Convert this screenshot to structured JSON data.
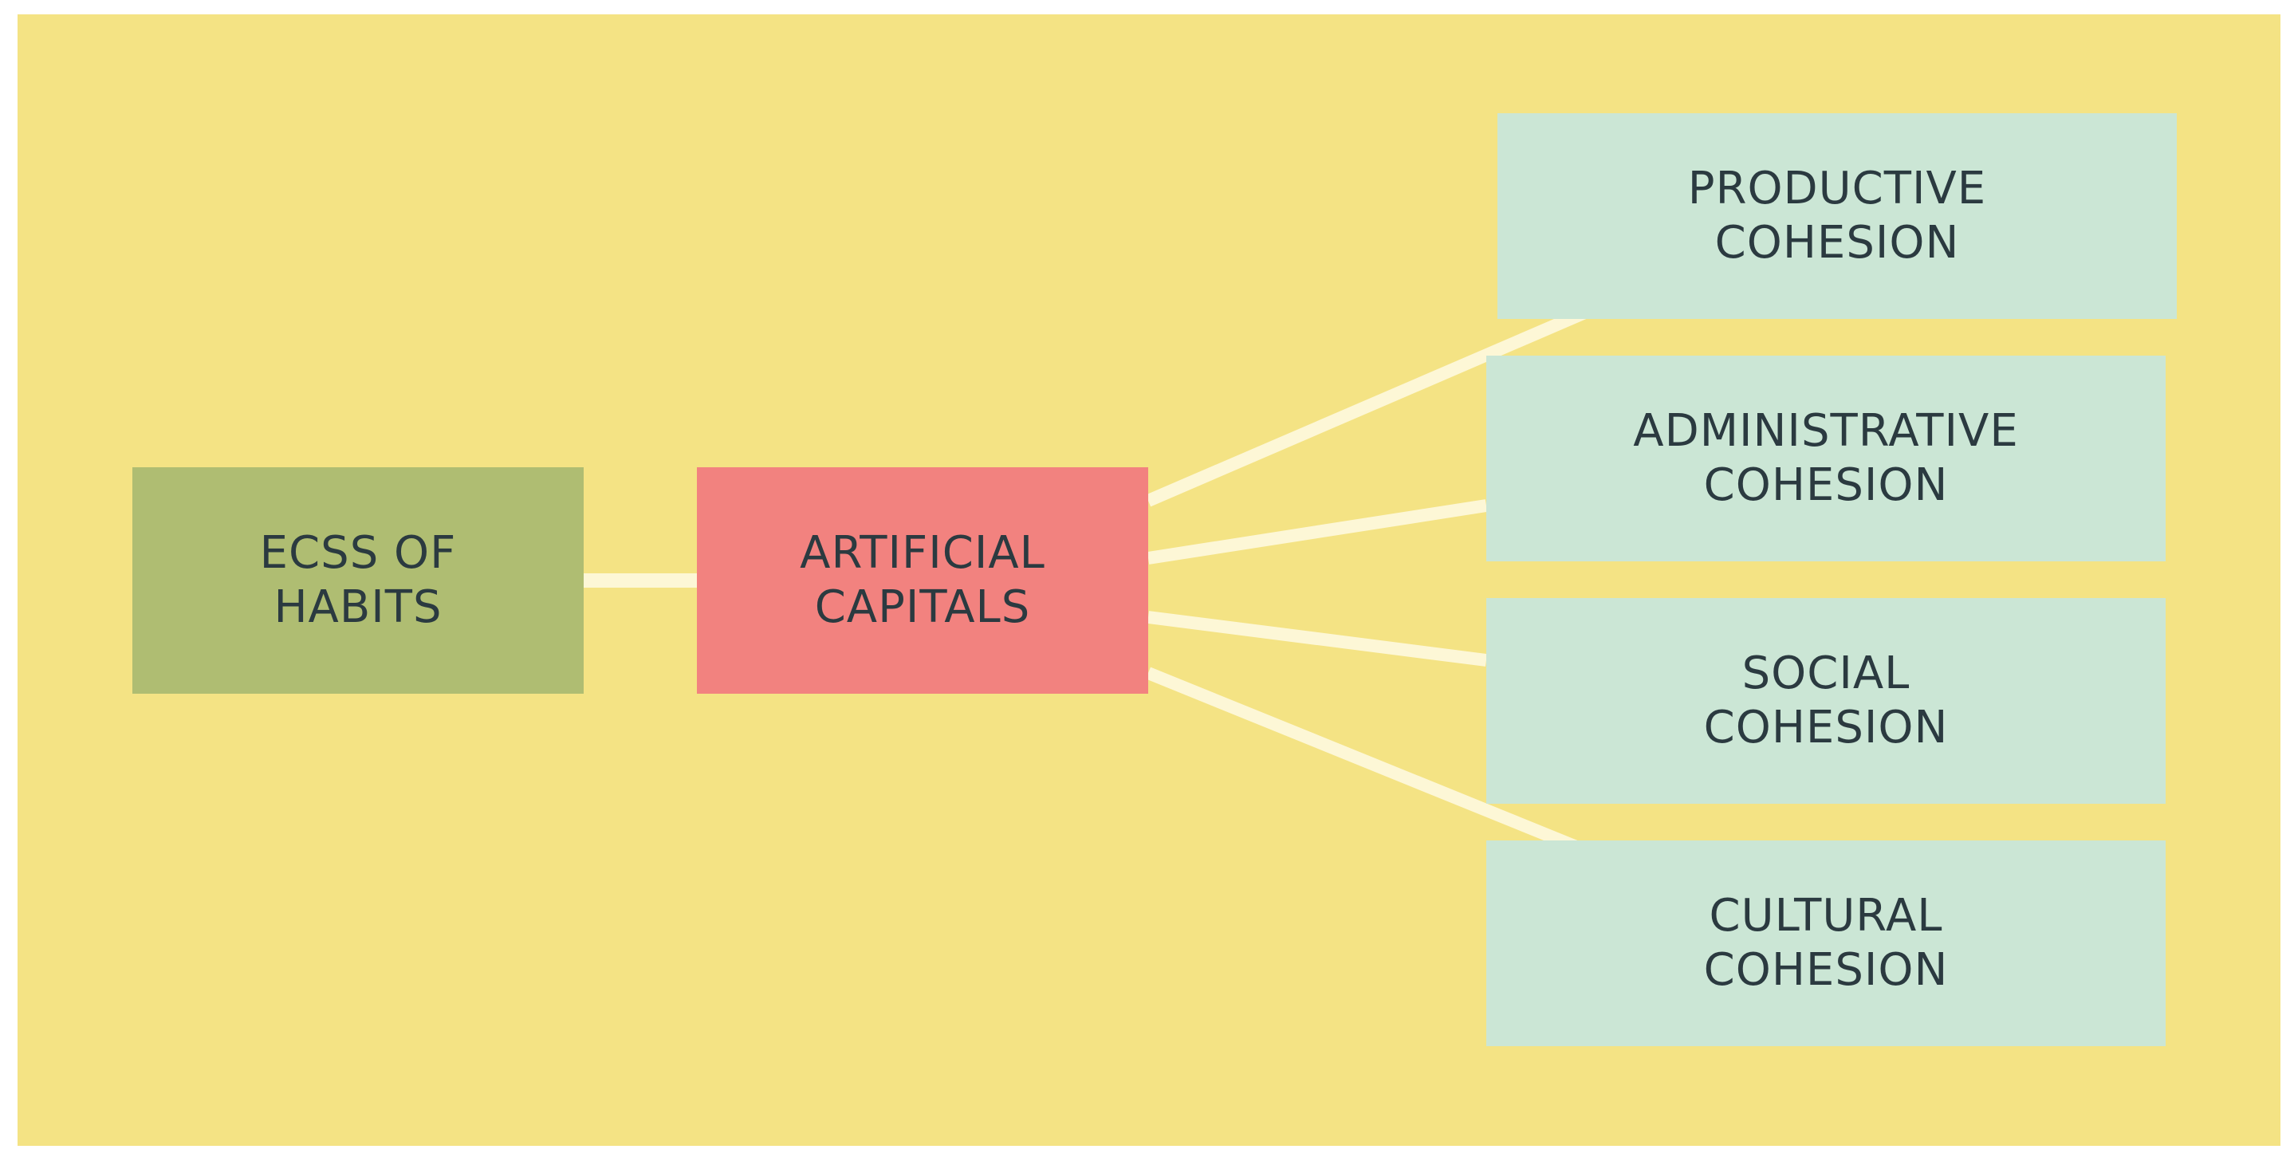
{
  "colors": {
    "background": "#f4e384",
    "connector": "#fdf7d6",
    "source_box": "#afbd72",
    "hub_box": "#f2827f",
    "output_box": "#cbe6d5",
    "text": "#2b3a40"
  },
  "source": {
    "lines": [
      "ECSS OF",
      "HABITS"
    ]
  },
  "hub": {
    "lines": [
      "ARTIFICIAL",
      "CAPITALS"
    ]
  },
  "outputs": [
    {
      "lines": [
        "PRODUCTIVE",
        "COHESION"
      ]
    },
    {
      "lines": [
        "ADMINISTRATIVE",
        "COHESION"
      ]
    },
    {
      "lines": [
        "SOCIAL",
        "COHESION"
      ]
    },
    {
      "lines": [
        "CULTURAL",
        "COHESION"
      ]
    }
  ]
}
